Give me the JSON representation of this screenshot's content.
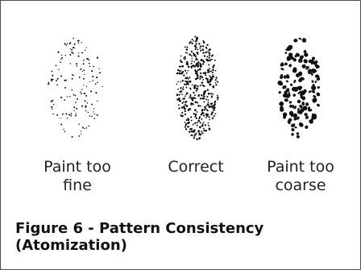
{
  "figure": {
    "title": "Figure 6 - Pattern Consistency\n(Atomization)"
  },
  "patterns": [
    {
      "caption": "Paint too\nfine",
      "description_icon": "sparse-fine-dots",
      "dot_color": "#111111"
    },
    {
      "caption": "Correct",
      "description_icon": "dense-even-dots",
      "dot_color": "#111111"
    },
    {
      "caption": "Paint too\ncoarse",
      "description_icon": "coarse-blob-dots",
      "dot_color": "#111111"
    }
  ]
}
